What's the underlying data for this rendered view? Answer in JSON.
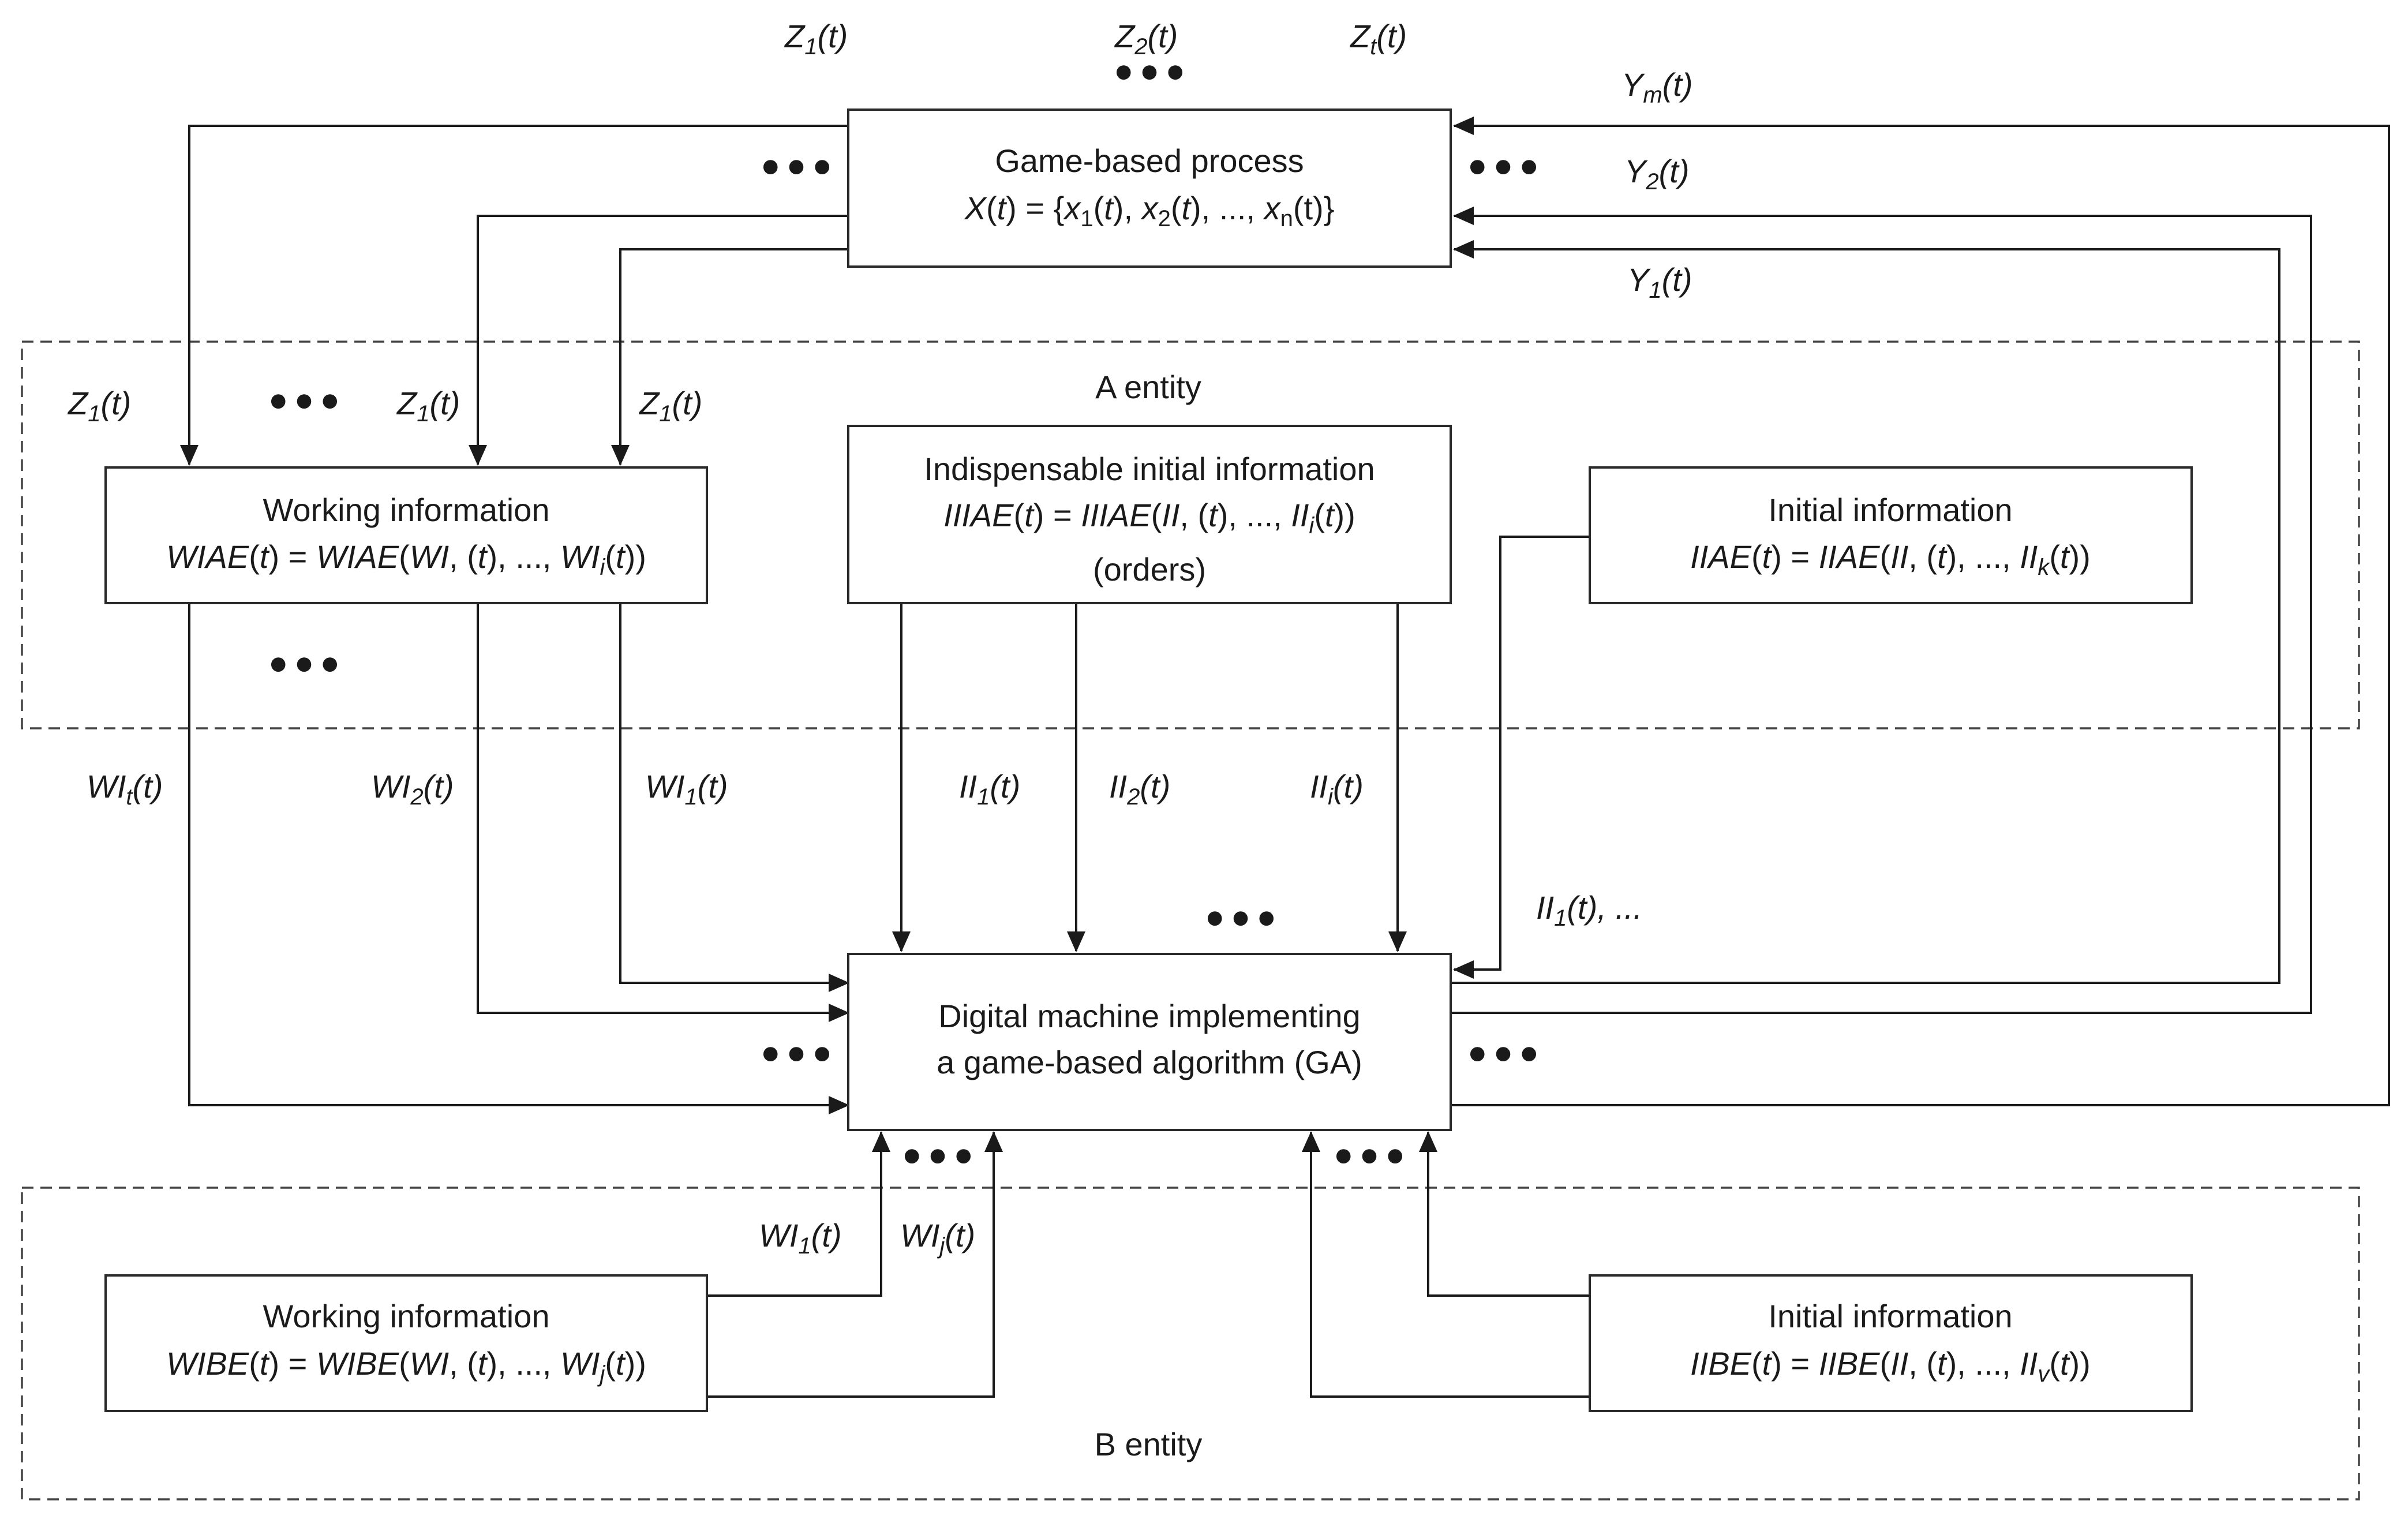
{
  "regions": {
    "a_entity": "A entity",
    "b_entity": "B entity"
  },
  "boxes": {
    "game_process": {
      "title": "Game-based process",
      "formula": {
        "p1": "X",
        "p2": "(",
        "p3": "t",
        "p4": ") = {",
        "p5": "x",
        "p6": "1",
        "p7": "(",
        "p8": "t",
        "p9": "), ",
        "p10": "x",
        "p11": "2",
        "p12": "(",
        "p13": "t",
        "p14": "), ..., ",
        "p15": "x",
        "p16": "n",
        "p17": "(t)}"
      }
    },
    "wi_a": {
      "title": "Working information",
      "formula": {
        "p1": "WIAE",
        "p2": "(",
        "p3": "t",
        "p4": ") = ",
        "p5": "WIAE",
        "p6": "(",
        "p7": "WI",
        "p8": ", (",
        "p9": "t",
        "p10": "), ..., ",
        "p11": "WI",
        "p12": "i",
        "p13": "(",
        "p14": "t",
        "p15": "))"
      }
    },
    "iii_a": {
      "title": "Indispensable initial information",
      "formula": {
        "p1": "IIIAE",
        "p2": "(",
        "p3": "t",
        "p4": ") = ",
        "p5": "IIIAE",
        "p6": "(",
        "p7": "II",
        "p8": ", (",
        "p9": "t",
        "p10": "), ..., ",
        "p11": "II",
        "p12": "i",
        "p13": "(",
        "p14": "t",
        "p15": "))"
      },
      "note": "(orders)"
    },
    "ii_a": {
      "title": "Initial information",
      "formula": {
        "p1": "IIAE",
        "p2": "(",
        "p3": "t",
        "p4": ") = ",
        "p5": "IIAE",
        "p6": "(",
        "p7": "II",
        "p8": ", (",
        "p9": "t",
        "p10": "), ..., ",
        "p11": "II",
        "p12": "k",
        "p13": "(",
        "p14": "t",
        "p15": "))"
      }
    },
    "machine": {
      "line1": "Digital machine implementing",
      "line2": "a game-based algorithm (GA)"
    },
    "wi_b": {
      "title": "Working information",
      "formula": {
        "p1": "WIBE",
        "p2": "(",
        "p3": "t",
        "p4": ") = ",
        "p5": "WIBE",
        "p6": "(",
        "p7": "WI",
        "p8": ", (",
        "p9": "t",
        "p10": "), ..., ",
        "p11": "WI",
        "p12": "j",
        "p13": "(",
        "p14": "t",
        "p15": "))"
      }
    },
    "ii_b": {
      "title": "Initial information",
      "formula": {
        "p1": "IIBE",
        "p2": "(",
        "p3": "t",
        "p4": ") = ",
        "p5": "IIBE",
        "p6": "(",
        "p7": "II",
        "p8": ", (",
        "p9": "t",
        "p10": "), ..., ",
        "p11": "II",
        "p12": "v",
        "p13": "(",
        "p14": "t",
        "p15": "))"
      }
    }
  },
  "labels": {
    "z1_top": {
      "base": "Z",
      "sub": "1",
      "arg": "(t)"
    },
    "z2_top": {
      "base": "Z",
      "sub": "2",
      "arg": "(t)"
    },
    "zt_top": {
      "base": "Z",
      "sub": "t",
      "arg": "(t)"
    },
    "ym": {
      "base": "Y",
      "sub": "m",
      "arg": "(t)"
    },
    "y2": {
      "base": "Y",
      "sub": "2",
      "arg": "(t)"
    },
    "y1": {
      "base": "Y",
      "sub": "1",
      "arg": "(t)"
    },
    "z1_a": {
      "base": "Z",
      "sub": "1",
      "arg": "(t)"
    },
    "z1_b": {
      "base": "Z",
      "sub": "1",
      "arg": "(t)"
    },
    "z1_c": {
      "base": "Z",
      "sub": "1",
      "arg": "(t)"
    },
    "wit": {
      "base": "WI",
      "sub": "t",
      "arg": "(t)"
    },
    "wi2": {
      "base": "WI",
      "sub": "2",
      "arg": "(t)"
    },
    "wi1": {
      "base": "WI",
      "sub": "1",
      "arg": "(t)"
    },
    "ii1": {
      "base": "II",
      "sub": "1",
      "arg": "(t)"
    },
    "ii2": {
      "base": "II",
      "sub": "2",
      "arg": "(t)"
    },
    "iii": {
      "base": "II",
      "sub": "i",
      "arg": "(t)"
    },
    "ii1_dots": {
      "base": "II",
      "sub": "1",
      "arg": "(t), ..."
    },
    "wi1_b": {
      "base": "WI",
      "sub": "1",
      "arg": "(t)"
    },
    "wij_b": {
      "base": "WI",
      "sub": "j",
      "arg": "(t)"
    }
  },
  "ellipsis": "•••"
}
